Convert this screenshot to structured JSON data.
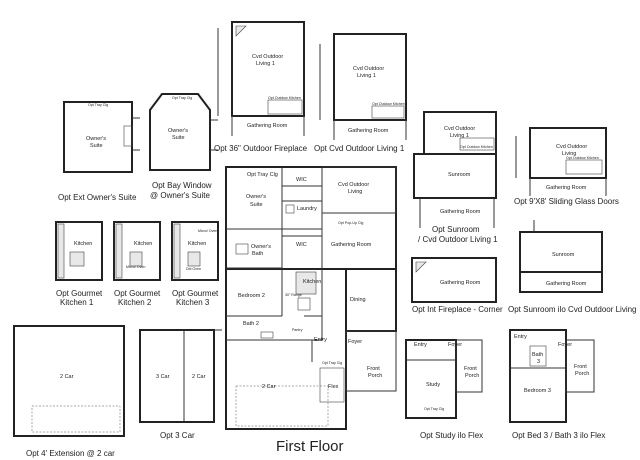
{
  "title": "First Floor",
  "captions": {
    "fireplace36": "Opt 36\" Outdoor Fireplace",
    "cvd_living": "Opt Cvd Outdoor Living 1",
    "ext_owners": "Opt Ext Owner's Suite",
    "bay_window_1": "Opt Bay Window",
    "bay_window_2": "@ Owner's Suite",
    "sunroom_cvd_1": "Opt Sunroom",
    "sunroom_cvd_2": "/ Cvd Outdoor Living 1",
    "sliding": "Opt 9'X8' Sliding Glass Doors",
    "gk1_1": "Opt Gourmet",
    "gk1_2": "Kitchen 1",
    "gk2_1": "Opt Gourmet",
    "gk2_2": "Kitchen 2",
    "gk3_1": "Opt Gourmet",
    "gk3_2": "Kitchen 3",
    "int_fireplace": "Opt Int Fireplace - Corner",
    "sunroom_ilo": "Opt Sunroom ilo Cvd Outdoor Living",
    "ext4": "Opt 4' Extension @ 2 car",
    "car3": "Opt 3 Car",
    "study": "Opt Study ilo Flex",
    "bed3": "Opt Bed 3 / Bath 3 ilo Flex"
  },
  "labels": {
    "opt_tray_clg": "Opt Tray Clg",
    "owners_suite": "Owner's Suite",
    "owners": "Owner's",
    "suite": "Suite",
    "cvd_outdoor": "Cvd Outdoor",
    "living_1": "Living 1",
    "living": "Living",
    "opt_outdoor_kitchen": "Opt Outdoor Kitchen",
    "gathering_room": "Gathering Room",
    "sunroom": "Sunroom",
    "wic": "WIC",
    "laundry": "Laundry",
    "opt_pop_up_clg": "Opt Pop-Up Clg",
    "owners_bath_1": "Owner's",
    "owners_bath_2": "Bath",
    "kitchen": "Kitchen",
    "dining": "Dining",
    "bedroom_2": "Bedroom 2",
    "bath_2": "Bath 2",
    "pantry": "Pantry",
    "entry": "Entry",
    "foyer": "Foyer",
    "front": "Front",
    "porch": "Porch",
    "flex": "Flex",
    "study": "Study",
    "bedroom_3": "Bedroom 3",
    "bath": "Bath",
    "bath_num": "3",
    "two_car": "2 Car",
    "three_car": "3 Car",
    "micro_oven": "Micro/ Oven",
    "dbl_oven": "Dbl Oven",
    "range_30": "30\" Range"
  }
}
